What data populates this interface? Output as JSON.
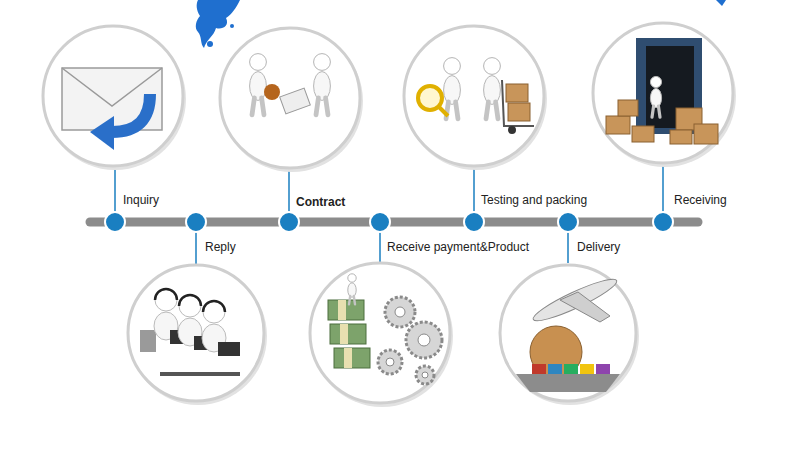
{
  "diagram": {
    "labels": [
      "Inquiry",
      "Reply",
      "Contract",
      "Receive payment&Product",
      "Testing and packing",
      "Delivery",
      "Receiving"
    ]
  }
}
